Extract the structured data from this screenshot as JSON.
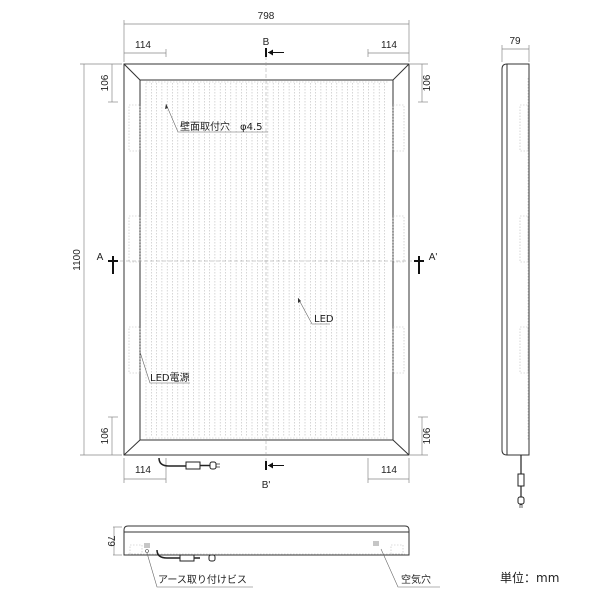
{
  "dimensions": {
    "width": "798",
    "height": "1100",
    "frame_horizontal": "114",
    "frame_vertical": "106",
    "depth": "79"
  },
  "section_marks": {
    "b": "B",
    "b_prime": "B'",
    "a": "A",
    "a_prime": "A'"
  },
  "labels": {
    "wall_mount_hole": "壁面取付穴　φ4.5",
    "led": "LED",
    "led_power": "LED電源",
    "ground_screw": "アース取り付けビス",
    "air_hole": "空気穴",
    "unit": "単位：mm"
  }
}
